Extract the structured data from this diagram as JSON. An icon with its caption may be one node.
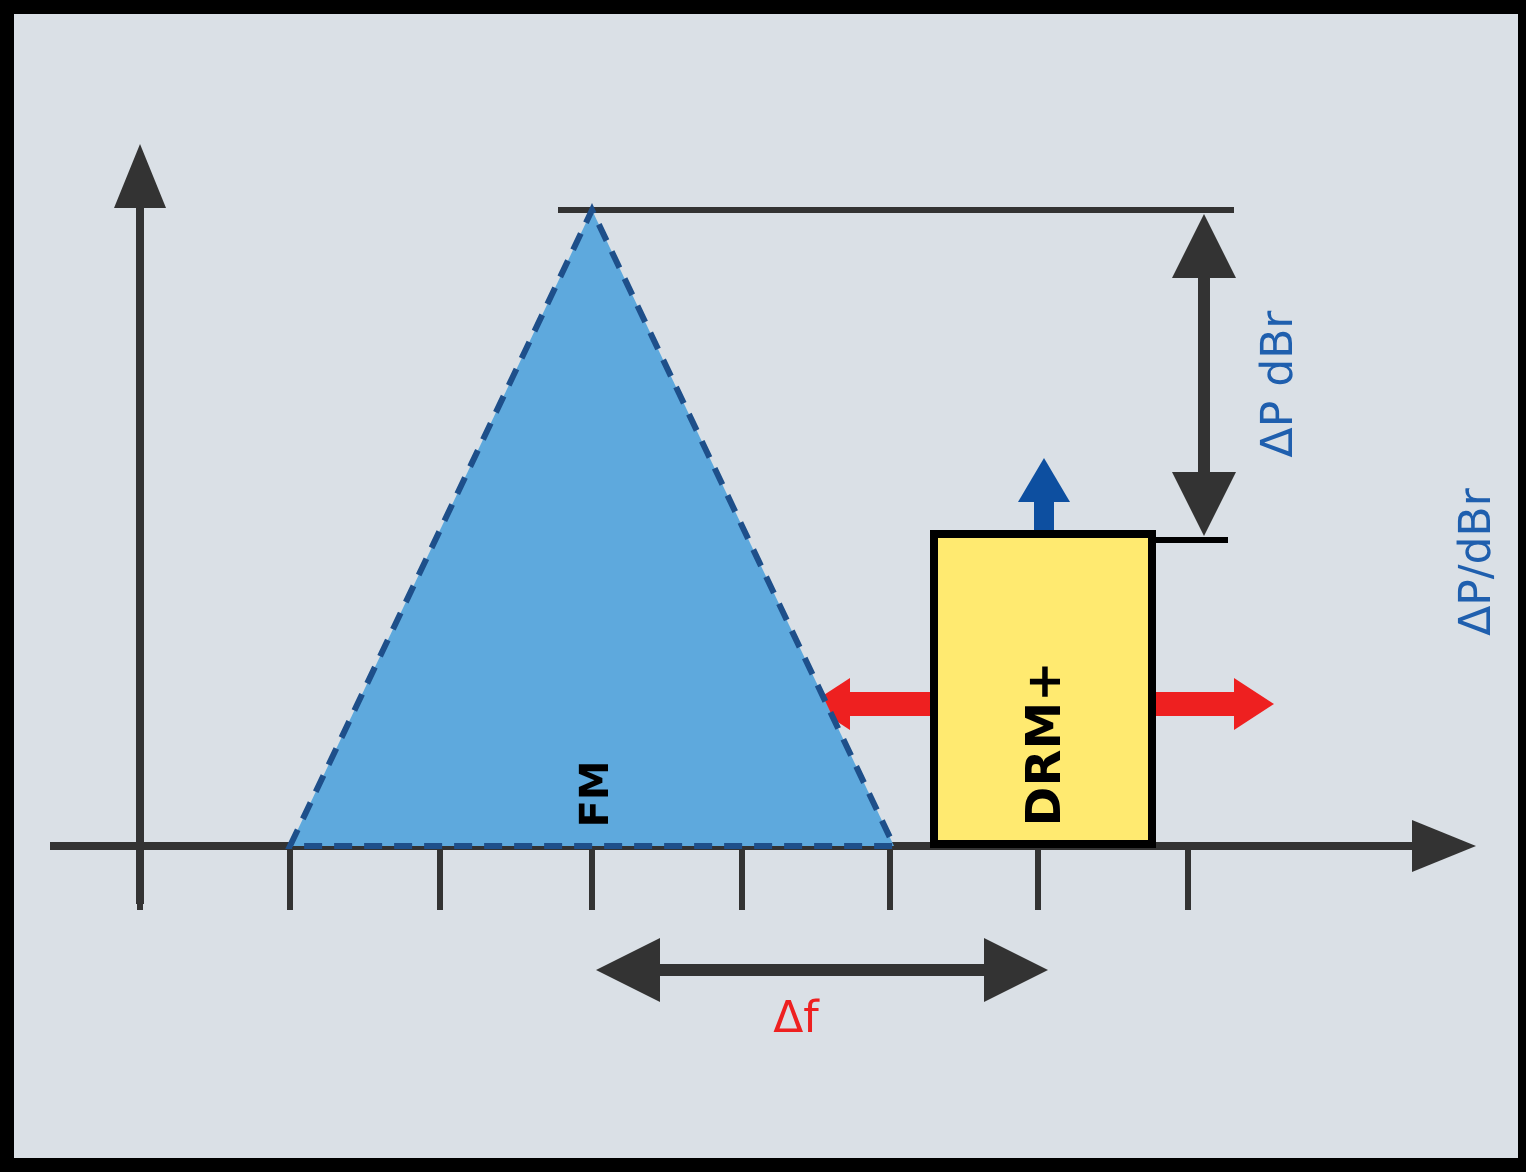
{
  "diagram": {
    "nodes": [
      {
        "text": [
          "FM"
        ]
      },
      {
        "text": [
          "DRM+"
        ]
      }
    ],
    "labels": [
      "ΔP dBr",
      "ΔP/dBr",
      "Δf"
    ]
  }
}
